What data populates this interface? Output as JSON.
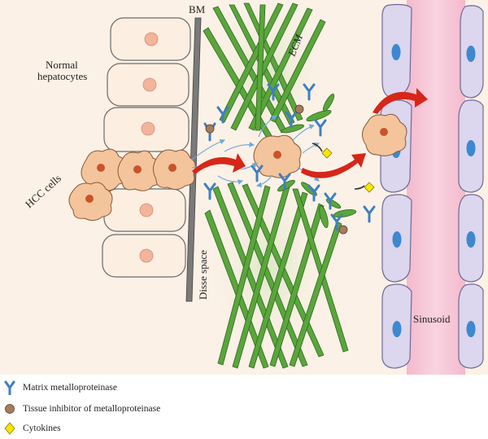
{
  "labels": {
    "normal_hepatocytes_line1": "Normal",
    "normal_hepatocytes_line2": "hepatocytes",
    "hcc_cells": "HCC cells",
    "bm": "BM",
    "ecm": "ECM",
    "disse_space": "Disse space",
    "sinusoid": "Sinusoid"
  },
  "legend": [
    {
      "icon": "mmp-y-icon",
      "label": "Matrix metalloproteinase"
    },
    {
      "icon": "timp-circle-icon",
      "label": "Tissue inhibitor of metalloproteinase"
    },
    {
      "icon": "cytokine-diamond-icon",
      "label": "Cytokines"
    }
  ],
  "colors": {
    "background": "#fbf1e6",
    "hepatocyte_fill": "#fcefe2",
    "hepatocyte_stroke": "#6b6b6b",
    "nucleus": "#f2b49a",
    "hcc_nucleus": "#c8542b",
    "basement_membrane": "#777777",
    "fiber": "#5aa63b",
    "fiber_stroke": "#2f6a22",
    "mmp": "#3d7fc4",
    "timp": "#a77b5b",
    "cytokine": "#f7e600",
    "arrow_red": "#d6261a",
    "arrow_blue": "#6fa8dc",
    "sinusoid_lumen": "#f7cbd9",
    "endothelial_fill": "#dcd6ee",
    "endothelial_nucleus": "#3e88d0"
  }
}
